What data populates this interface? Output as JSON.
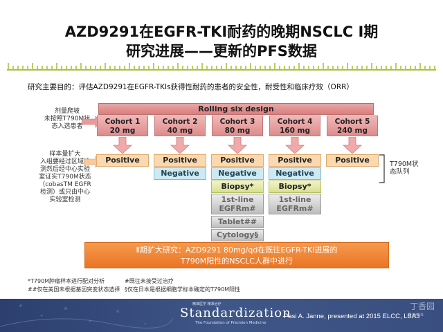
{
  "title": {
    "line1": "AZD9291在EGFR-TKI耐药的晚期NSCLC Ⅰ期",
    "line2": "研究进展——更新的PFS数据"
  },
  "subtitle": "研究主要目的：评估AZD9291在EGFR-TKIs获得性耐药的患者的安全性，耐受性和临床疗效（ORR）",
  "side_notes": {
    "dose_escalation": "剂量爬坡\n未按照T790M状\n态入选患者",
    "expansion": "样本量扩大\n入组要经过区域检\n测然后经中心实验\n室证实T790M状态\n（cobasTM EGFR\n检测）或只由中心\n实验室检测"
  },
  "flow": {
    "rolling": "Rolling six design",
    "cohorts": [
      {
        "name": "Cohort 1",
        "dose": "20 mg"
      },
      {
        "name": "Cohort 2",
        "dose": "40 mg"
      },
      {
        "name": "Cohort 3",
        "dose": "80 mg"
      },
      {
        "name": "Cohort 4",
        "dose": "160 mg"
      },
      {
        "name": "Cohort 5",
        "dose": "240 mg"
      }
    ],
    "positive": "Positive",
    "negative": "Negative",
    "biopsy": "Biopsy*",
    "first_line": "1st-line",
    "egfrm": "EGFRm#",
    "tablet": "Tablet##",
    "cytology": "Cytology§",
    "t790m_label": "T790M状\n态队列"
  },
  "phase2": {
    "line1": "Ⅱ期扩大研究：AZD9291 80mg/qd在既往EGFR-TKI进展的",
    "line2": "T790M阳性的NSCLC人群中进行"
  },
  "footnotes": {
    "line1a": "*T790M肿瘤样本进行配对分析",
    "line1b": "#既往未接受过治疗",
    "line2a": "##仅在美国未根据基因突变状态选择",
    "line2b": "§仅在日本是根据细胞学标本确定的T790M阳性"
  },
  "footer": {
    "standardization": "Standardization",
    "small_top": "精准医学 精准治疗",
    "sub": "The Foundation of Precision Medicine",
    "citation": "Pasi A. Janne, presented at 2015 ELCC, LBA3",
    "watermark": "丁香园",
    "watermark_sub": "DXY.CN"
  },
  "colors": {
    "cohort": "#dd8c8c",
    "positive": "#fbd9b0",
    "negative": "#cdeaf4",
    "biopsy": "#d9df8e",
    "phase2": "#ea7424",
    "band": "#2c3f6e",
    "ruler": "#a8c23a"
  }
}
